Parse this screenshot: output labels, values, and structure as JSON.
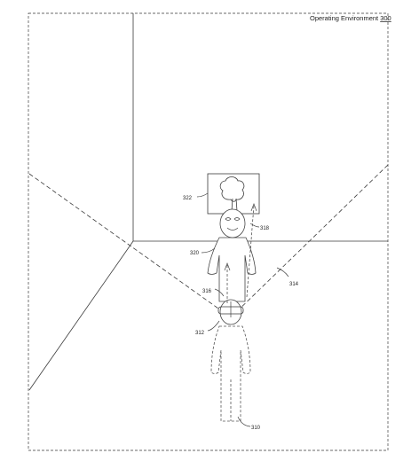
{
  "diagram": {
    "title": "Operating Environment",
    "title_ref": "300",
    "labels": {
      "observer": "310",
      "headset": "312",
      "field_of_view": "314",
      "gaze_arrow": "316",
      "avatar_arrow": "318",
      "avatar": "320",
      "picture_frame": "322"
    }
  }
}
